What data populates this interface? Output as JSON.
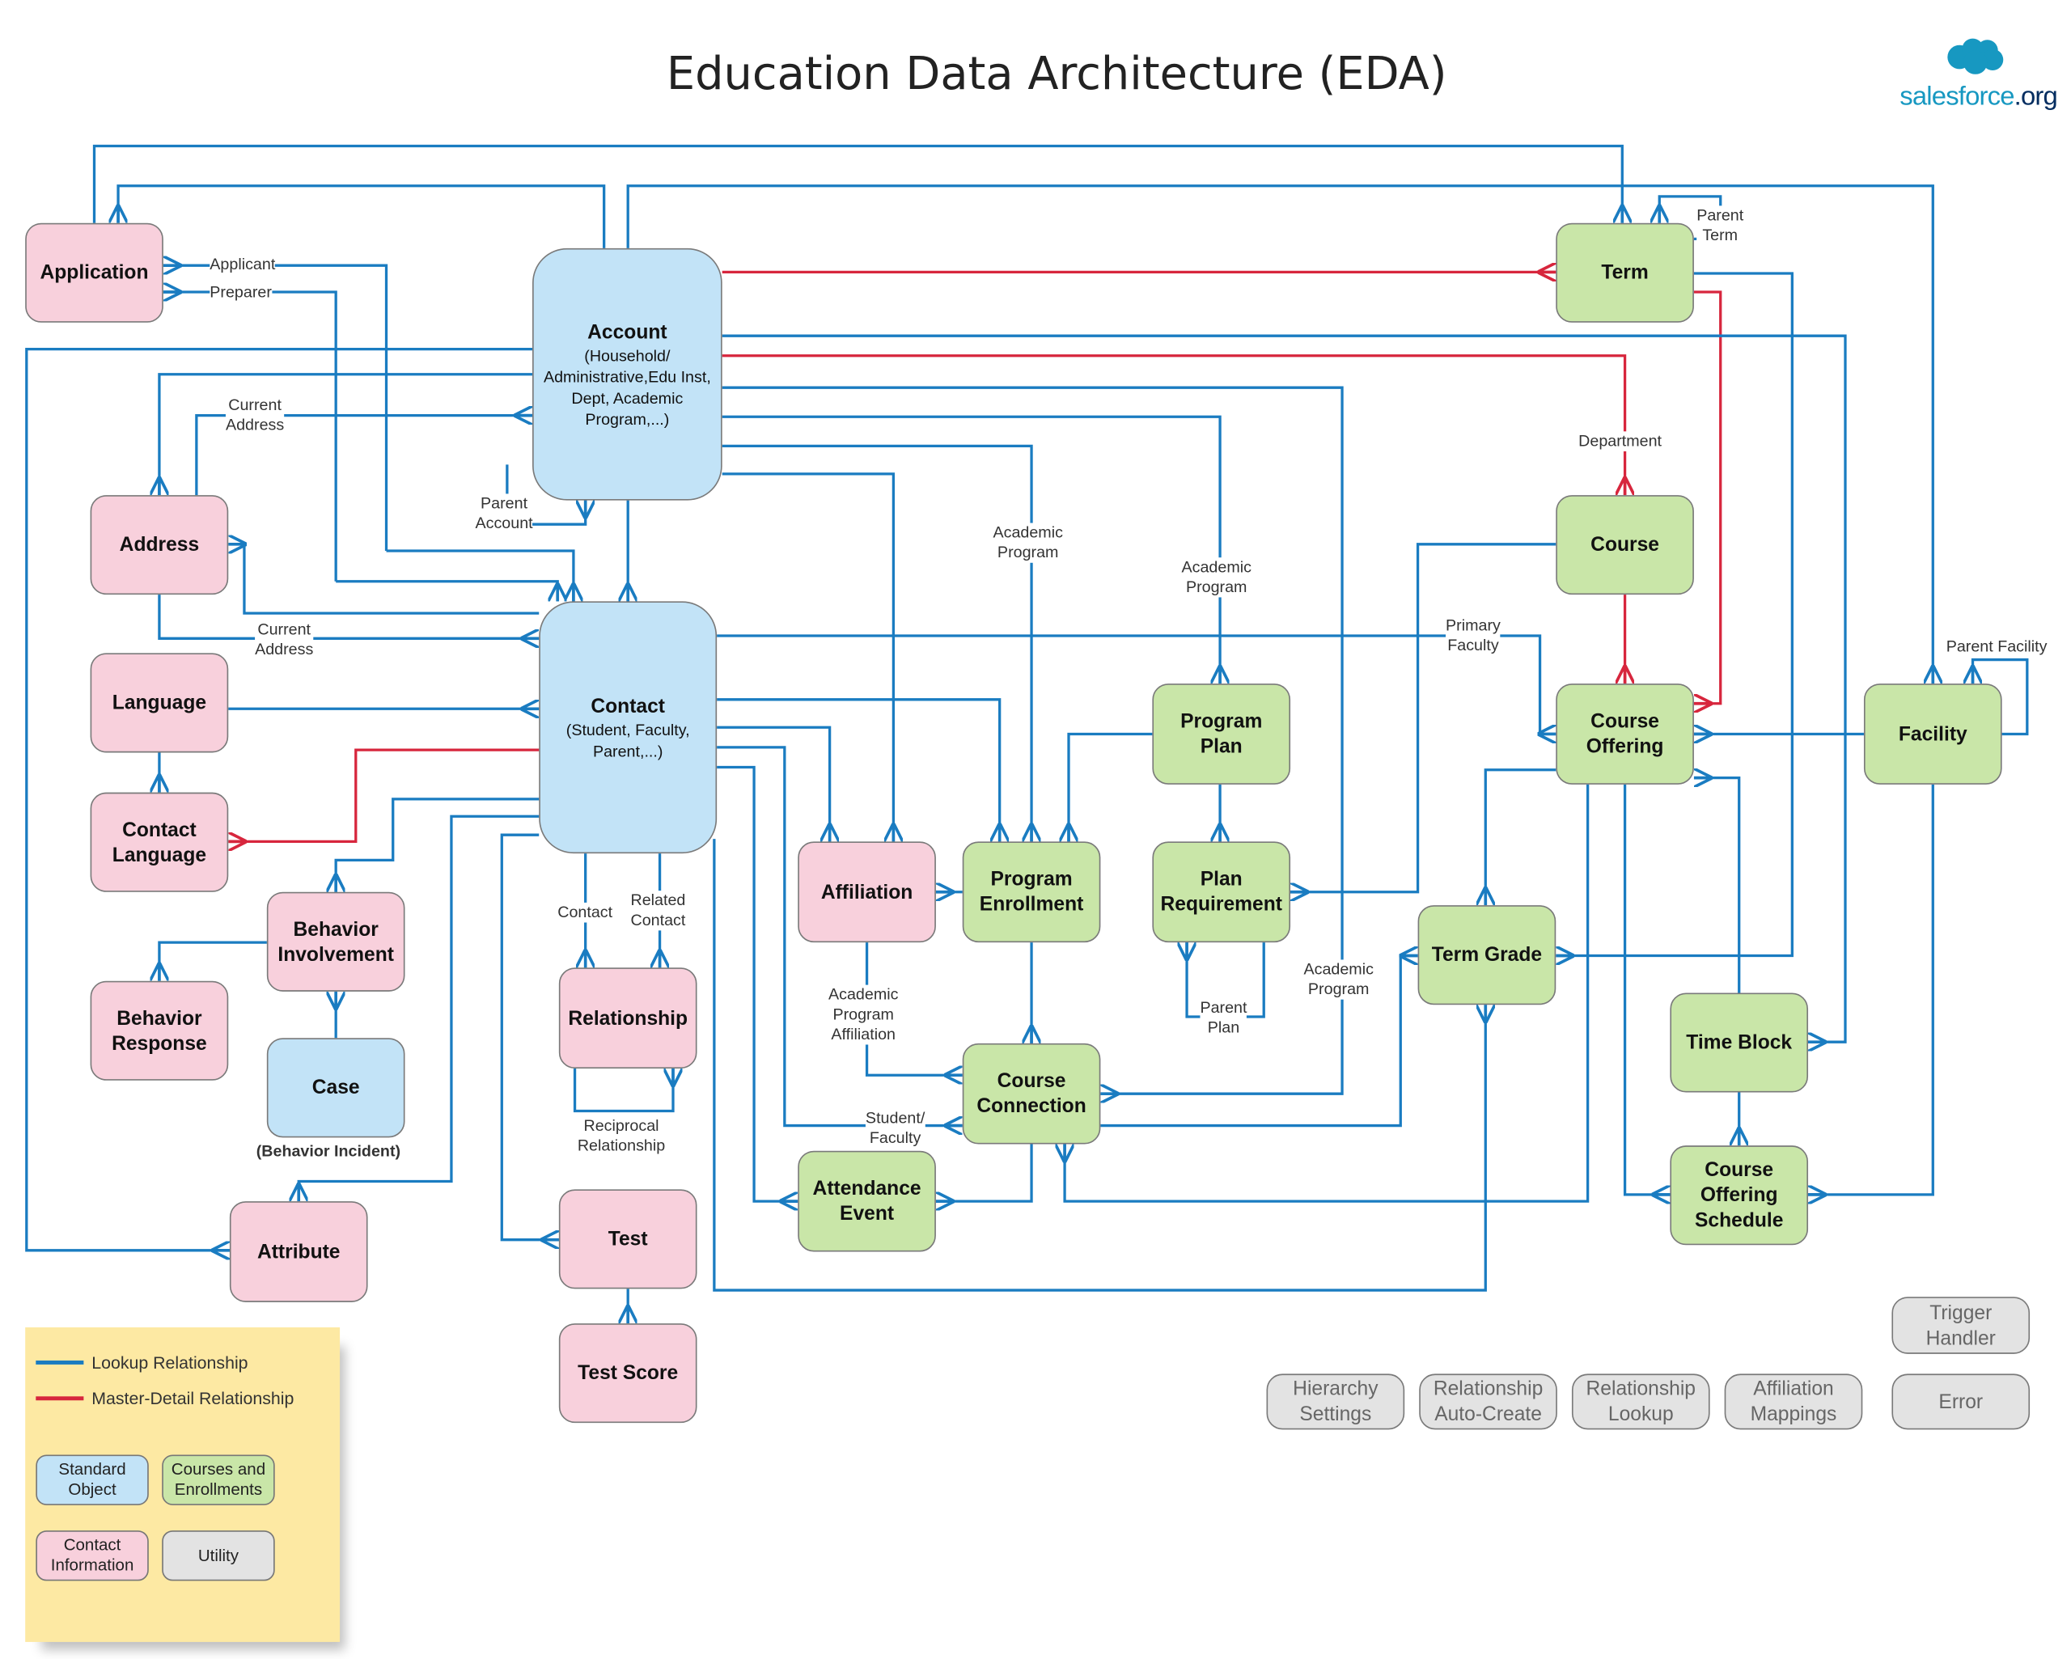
{
  "title": "Education Data Architecture (EDA)",
  "logo": {
    "text_main": "salesforce",
    "text_suffix": ".org"
  },
  "colors": {
    "lookup": "#1a7cc1",
    "master_detail": "#d7263d",
    "standard": "#c2e3f7",
    "courses": "#c9e6a8",
    "contact_info": "#f8d0dc",
    "utility": "#e3e3e3",
    "legend_bg": "#fde9a3"
  },
  "nodes": {
    "application": {
      "label": "Application",
      "type": "pink"
    },
    "account": {
      "label": "Account",
      "sub": "(Household/ Administrative,Edu Inst, Dept, Academic Program,...)",
      "type": "blue"
    },
    "term": {
      "label": "Term",
      "type": "green"
    },
    "address": {
      "label": "Address",
      "type": "pink"
    },
    "course": {
      "label": "Course",
      "type": "green"
    },
    "language": {
      "label": "Language",
      "type": "pink"
    },
    "contact": {
      "label": "Contact",
      "sub": "(Student, Faculty, Parent,...)",
      "type": "blue"
    },
    "program_plan": {
      "label": "Program Plan",
      "type": "green"
    },
    "course_offering": {
      "label": "Course Offering",
      "type": "green"
    },
    "facility": {
      "label": "Facility",
      "type": "green"
    },
    "contact_language": {
      "label": "Contact Language",
      "type": "pink"
    },
    "affiliation": {
      "label": "Affiliation",
      "type": "pink"
    },
    "program_enrollment": {
      "label": "Program Enrollment",
      "type": "green"
    },
    "plan_requirement": {
      "label": "Plan Requirement",
      "type": "green"
    },
    "behavior_involvement": {
      "label": "Behavior Involvement",
      "type": "pink"
    },
    "term_grade": {
      "label": "Term Grade",
      "type": "green"
    },
    "behavior_response": {
      "label": "Behavior Response",
      "type": "pink"
    },
    "relationship": {
      "label": "Relationship",
      "type": "pink"
    },
    "time_block": {
      "label": "Time Block",
      "type": "green"
    },
    "case": {
      "label": "Case",
      "type": "blue"
    },
    "course_connection": {
      "label": "Course Connection",
      "type": "green"
    },
    "attendance_event": {
      "label": "Attendance Event",
      "type": "green"
    },
    "course_offering_schedule": {
      "label": "Course Offering Schedule",
      "type": "green"
    },
    "attribute": {
      "label": "Attribute",
      "type": "pink"
    },
    "test": {
      "label": "Test",
      "type": "pink"
    },
    "test_score": {
      "label": "Test Score",
      "type": "pink"
    },
    "trigger_handler": {
      "label": "Trigger Handler",
      "type": "gray"
    },
    "hierarchy_settings": {
      "label": "Hierarchy Settings",
      "type": "gray"
    },
    "relationship_auto_create": {
      "label": "Relationship Auto-Create",
      "type": "gray"
    },
    "relationship_lookup": {
      "label": "Relationship Lookup",
      "type": "gray"
    },
    "affiliation_mappings": {
      "label": "Affiliation Mappings",
      "type": "gray"
    },
    "error": {
      "label": "Error",
      "type": "gray"
    }
  },
  "case_note": "(Behavior Incident)",
  "edge_labels": {
    "applicant": "Applicant",
    "preparer": "Preparer",
    "current_address_1": "Current Address",
    "current_address_2": "Current Address",
    "parent_account": "Parent Account",
    "academic_program_1": "Academic Program",
    "academic_program_2": "Academic Program",
    "academic_program_3": "Academic Program",
    "department": "Department",
    "parent_term": "Parent Term",
    "parent_facility": "Parent Facility",
    "primary_faculty": "Primary Faculty",
    "contact": "Contact",
    "related_contact": "Related Contact",
    "reciprocal_relationship": "Reciprocal Relationship",
    "academic_program_affiliation": "Academic Program Affiliation",
    "student_faculty": "Student/ Faculty",
    "parent_plan": "Parent Plan"
  },
  "legend": {
    "lookup": "Lookup Relationship",
    "master_detail": "Master-Detail Relationship",
    "standard": "Standard Object",
    "courses": "Courses and Enrollments",
    "contact_info": "Contact Information",
    "utility": "Utility"
  }
}
